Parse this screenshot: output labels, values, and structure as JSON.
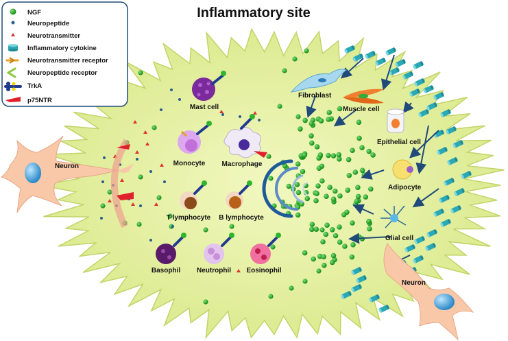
{
  "title": "Inflammatory site",
  "legend": {
    "items": [
      {
        "label": "NGF",
        "icon": "ngf-dot-icon",
        "color": "#2db52d"
      },
      {
        "label": "Neuropeptide",
        "icon": "neuropeptide-dot-icon",
        "color": "#2a5d8f"
      },
      {
        "label": "Neurotransmitter",
        "icon": "neurotransmitter-triangle-icon",
        "color": "#e03030"
      },
      {
        "label": "Inflammatory cytokine",
        "icon": "cytokine-cylinder-icon",
        "color": "#2aa9b5"
      },
      {
        "label": "Neurotransmitter receptor",
        "icon": "neurotransmitter-receptor-icon",
        "color": "#e8a020"
      },
      {
        "label": "Neuropeptide receptor",
        "icon": "neuropeptide-receptor-icon",
        "color": "#8cc63f"
      },
      {
        "label": "TrkA",
        "icon": "trka-receptor-icon",
        "color": "#1f3a8f"
      },
      {
        "label": "p75NTR",
        "icon": "p75ntr-receptor-icon",
        "color": "#e0202a"
      }
    ]
  },
  "immune_cells": [
    {
      "label": "Mast cell",
      "color": "#7a2a9a"
    },
    {
      "label": "Monocyte",
      "color": "#c070d8"
    },
    {
      "label": "Macrophage",
      "color": "#4a2a9a"
    },
    {
      "label": "T lymphocyte",
      "color": "#8a4a1a"
    },
    {
      "label": "B lymphocyte",
      "color": "#b8601a"
    },
    {
      "label": "Basophil",
      "color": "#5a1a6a"
    },
    {
      "label": "Neutrophil",
      "color": "#c890d8"
    },
    {
      "label": "Eosinophil",
      "color": "#e03070"
    }
  ],
  "tissue_cells": [
    {
      "label": "Fibroblast"
    },
    {
      "label": "Muscle cell"
    },
    {
      "label": "Epithelial cell"
    },
    {
      "label": "Adipocyte"
    },
    {
      "label": "Glial cell"
    }
  ],
  "neurons": [
    {
      "label": "Neuron"
    },
    {
      "label": "Neuron"
    }
  ],
  "colors": {
    "site_fill": "#e6f0a0",
    "site_stroke": "#c8d870",
    "ngf": "#2db52d",
    "arrow": "#1f4a7a",
    "neuron": "#f8c8a8",
    "nucleus": "#4aa8d8",
    "cytokine": "#2aa9b5"
  }
}
